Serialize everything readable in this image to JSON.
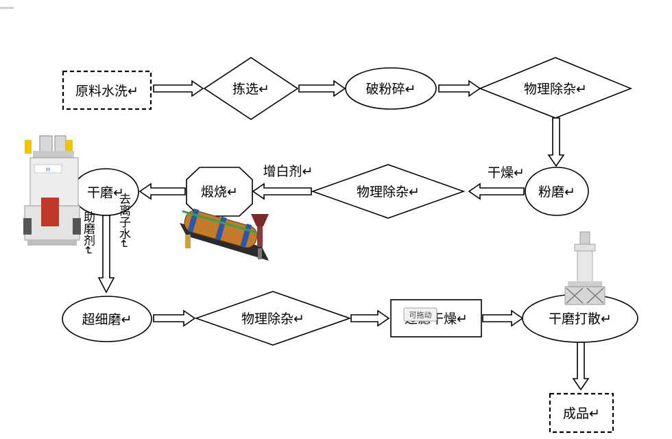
{
  "nodes": {
    "raw_wash": "原料水洗↵",
    "select": "拣选↵",
    "crush": "破粉碎↵",
    "phys1": "物理除杂↵",
    "pulverize": "粉磨↵",
    "phys2": "物理除杂↵",
    "calcine": "煅烧↵",
    "dry_grind": "干磨↵",
    "ultrafine": "超细磨↵",
    "phys3": "物理除杂↵",
    "filter_dry": "过滤干燥↵",
    "disperse": "干磨打散↵",
    "product": "成品↵"
  },
  "side_labels": {
    "drying": "干燥↵",
    "whitener": "增白剂↵",
    "grinding_aid": "助磨剂↵",
    "deionized_water": "去离子水↵"
  },
  "tooltip": "可拖动"
}
